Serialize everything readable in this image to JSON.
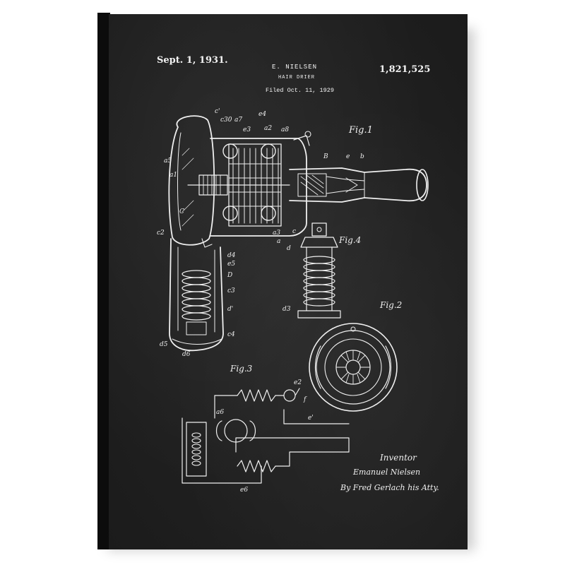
{
  "header": {
    "issue_date": "Sept. 1, 1931.",
    "inventor_name": "E. NIELSEN",
    "title": "HAIR DRIER",
    "filed": "Filed Oct. 11, 1929",
    "patent_number": "1,821,525"
  },
  "figures": {
    "fig1": "Fig.1",
    "fig2": "Fig.2",
    "fig3": "Fig.3",
    "fig4": "Fig.4"
  },
  "signature": {
    "label": "Inventor",
    "name": "Emanuel Nielsen",
    "attorney": "By Fred Gerlach his Atty."
  },
  "labels": [
    "c'",
    "c30",
    "a7",
    "e3",
    "a2",
    "a8",
    "B",
    "e",
    "b",
    "c2",
    "a5",
    "a1",
    "C",
    "e4",
    "c",
    "a3",
    "a",
    "d",
    "d4",
    "e5",
    "D",
    "c3",
    "d'",
    "c4",
    "d5",
    "d6",
    "a6",
    "e6",
    "e2",
    "f",
    "e'",
    "d3"
  ],
  "colors": {
    "canvas": "#202020",
    "ink": "#f0f0f0",
    "edge": "#0c0c0c"
  }
}
